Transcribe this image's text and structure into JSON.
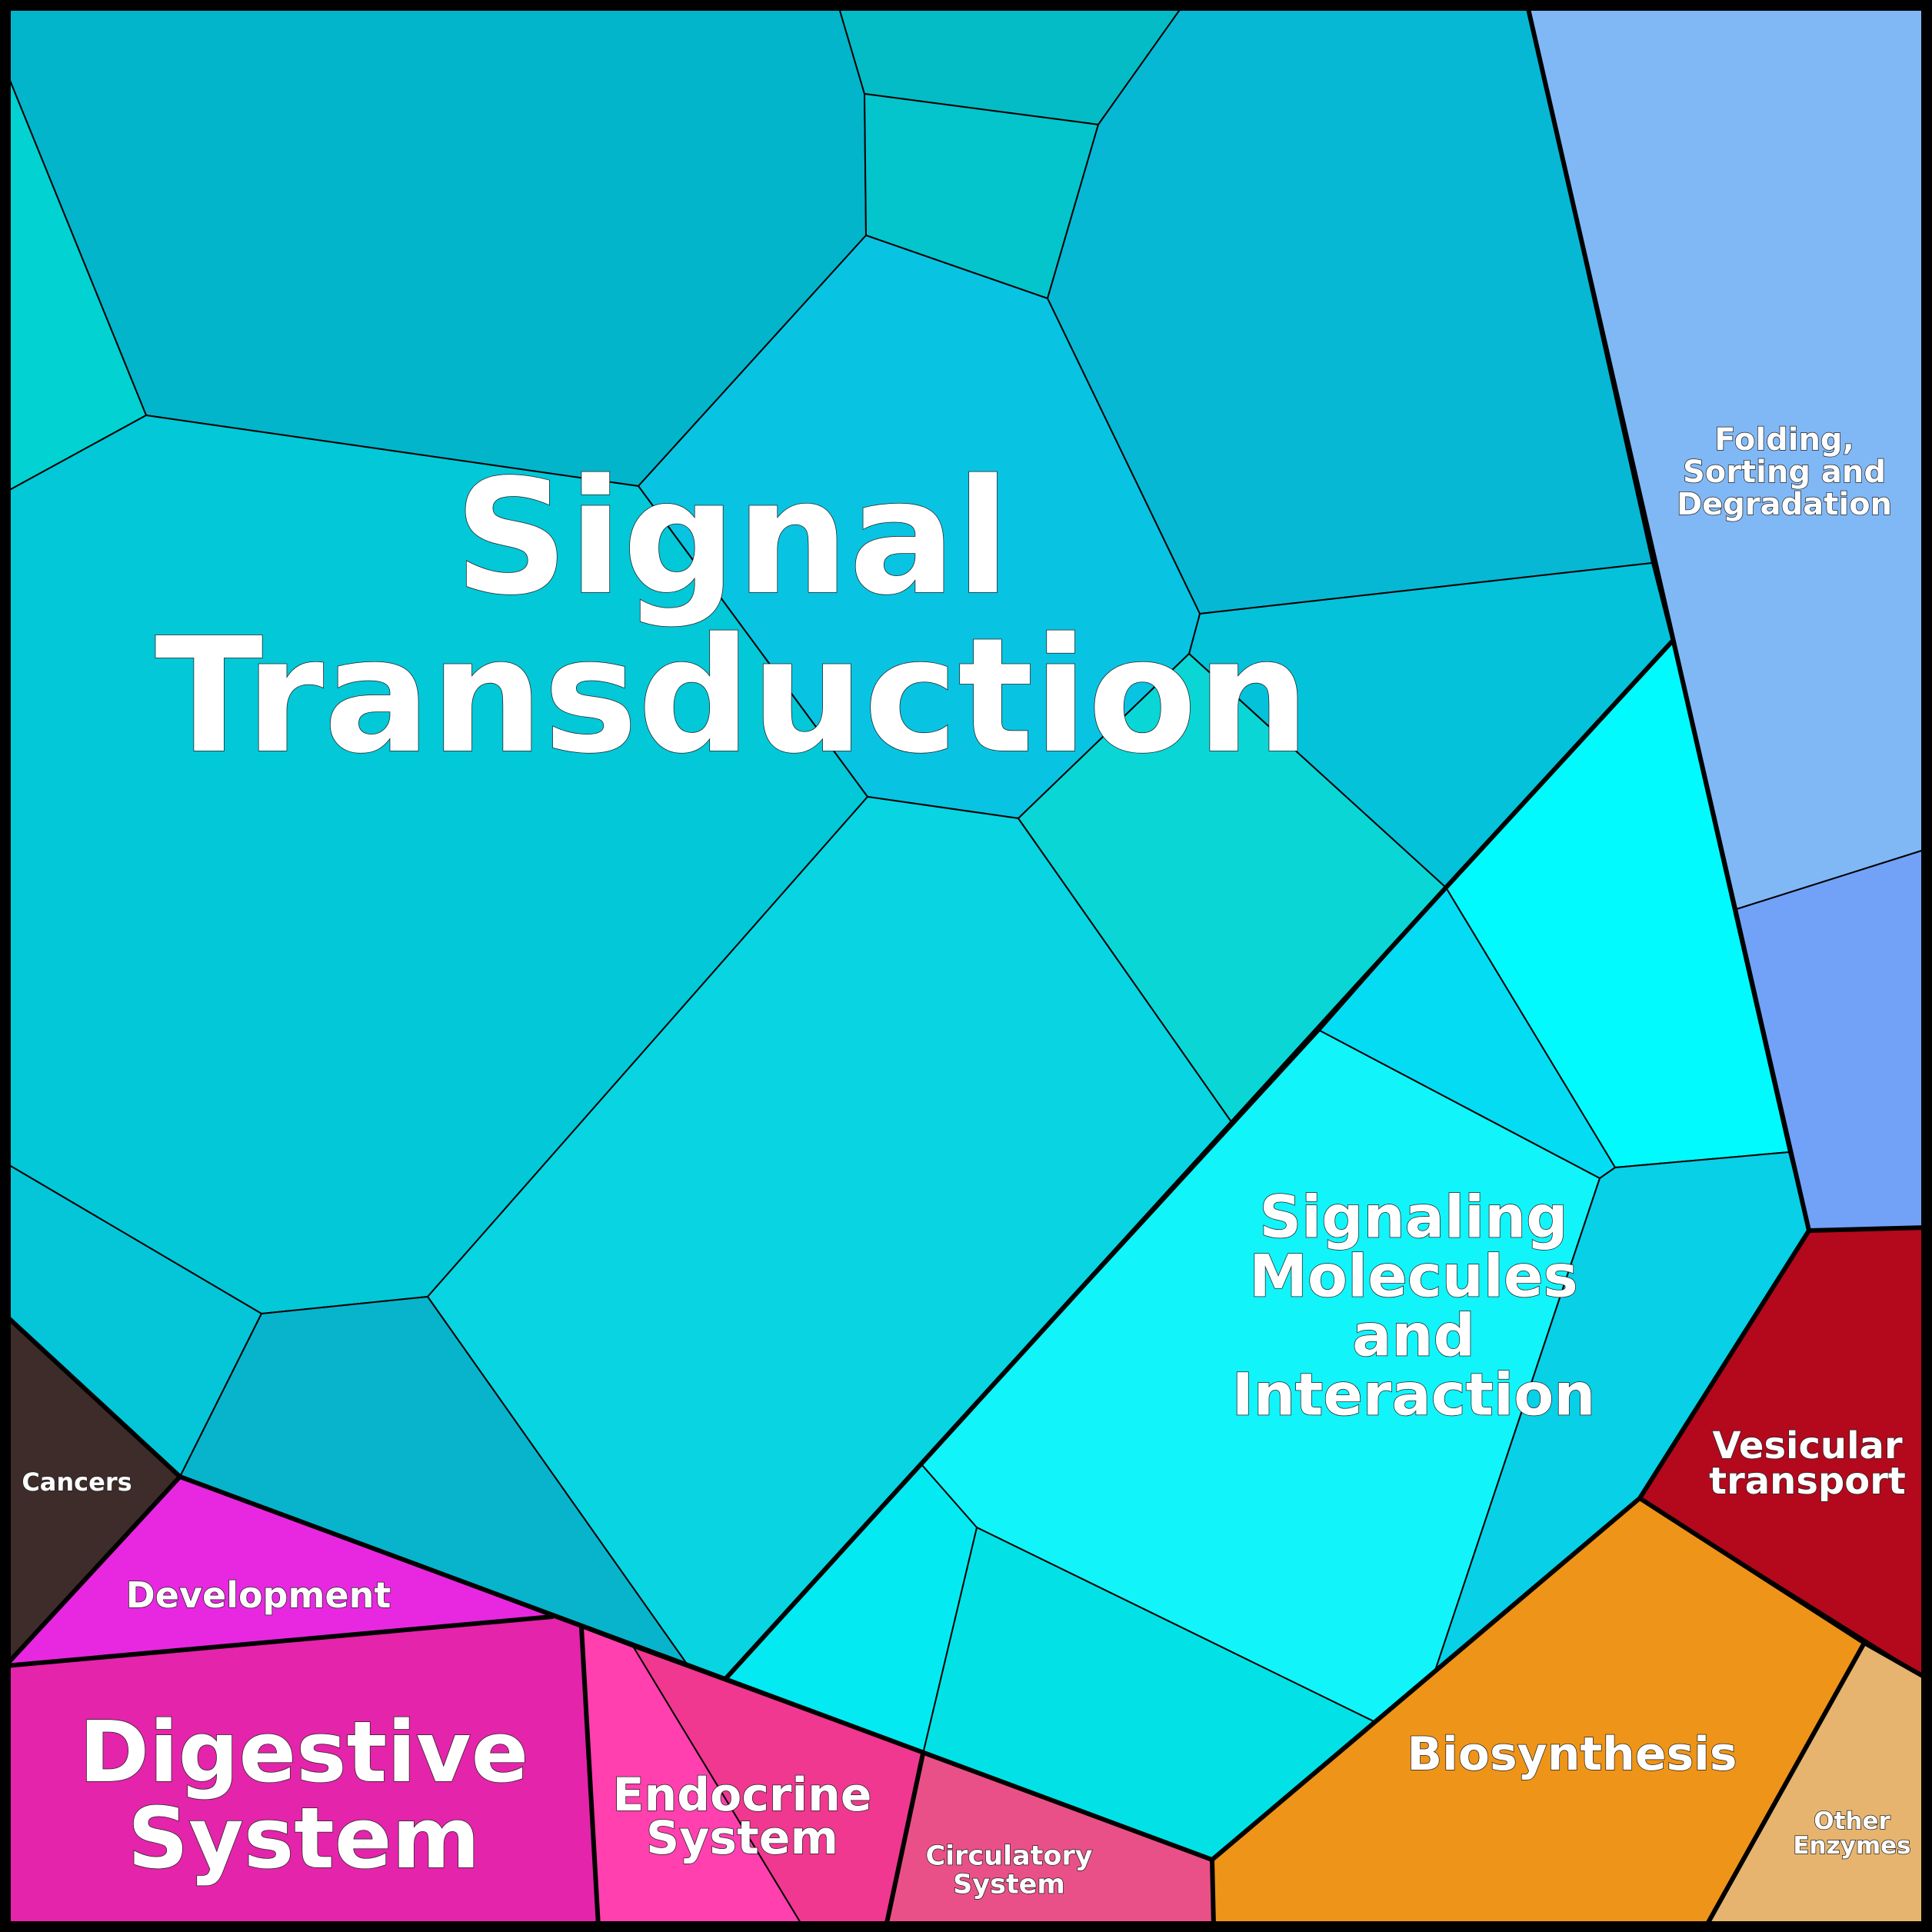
{
  "chart_data": {
    "type": "voronoi-treemap",
    "regions": [
      {
        "name": "Signal Transduction",
        "label_lines": [
          "Signal",
          "Transduction"
        ],
        "color": "#04c4d8"
      },
      {
        "name": "Signaling Molecules and Interaction",
        "label_lines": [
          "Signaling",
          "Molecules",
          "and",
          "Interaction"
        ],
        "color": "#10f4fa"
      },
      {
        "name": "Folding, Sorting and Degradation",
        "label_lines": [
          "Folding,",
          "Sorting and",
          "Degradation"
        ],
        "color": "#80b8f6"
      },
      {
        "name": "Vesicular transport",
        "label_lines": [
          "Vesicular",
          "transport"
        ],
        "color": "#b4081c"
      },
      {
        "name": "Biosynthesis",
        "label_lines": [
          "Biosynthesis"
        ],
        "color": "#ee9418"
      },
      {
        "name": "Other Enzymes",
        "label_lines": [
          "Other",
          "Enzymes"
        ],
        "color": "#e6b46e"
      },
      {
        "name": "Circulatory System",
        "label_lines": [
          "Circulatory",
          "System"
        ],
        "color": "#ea5088"
      },
      {
        "name": "Endocrine System",
        "label_lines": [
          "Endocrine",
          "System"
        ],
        "color": "#f03890"
      },
      {
        "name": "Digestive System",
        "label_lines": [
          "Digestive",
          "System"
        ],
        "color": "#e424aa"
      },
      {
        "name": "Development",
        "label_lines": [
          "Development"
        ],
        "color": "#e828e0"
      },
      {
        "name": "Cancers",
        "label_lines": [
          "Cancers"
        ],
        "color": "#3e2c2a"
      }
    ]
  }
}
